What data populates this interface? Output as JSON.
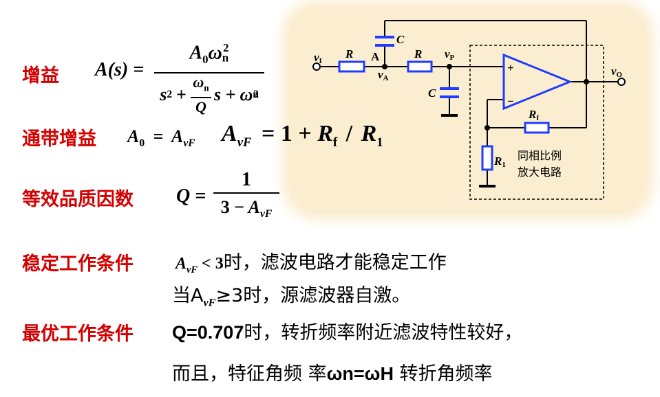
{
  "labels": {
    "gain": "增益",
    "passband_gain": "通带增益",
    "q_factor": "等效品质因数",
    "stable_condition": "稳定工作条件",
    "optimal_condition": "最优工作条件"
  },
  "formulas": {
    "as_lhs": "A(s) =",
    "as_num_A": "A",
    "as_num_sub0": "0",
    "as_num_w": "ω",
    "as_num_subn": "n",
    "as_num_sup2": "2",
    "as_den_s": "s",
    "as_den_sup2": "2",
    "as_den_plus": "+",
    "as_den_wn": "ω",
    "as_den_subn": "n",
    "as_den_Q": "Q",
    "as_den_s2": "s +",
    "as_den_w2": "ω",
    "as_den_subn2": "n",
    "as_den_sup2b": "2",
    "a0_lhs_A": "A",
    "a0_lhs_sub": "0",
    "a0_eq": "=",
    "a0_rhs_A": "A",
    "a0_rhs_sub": "vF",
    "avf_A": "A",
    "avf_sub": "vF",
    "avf_eq": "= 1 +",
    "avf_R": "R",
    "avf_Rsub": "f",
    "avf_slash": "/",
    "avf_R1": "R",
    "avf_R1sub": "1",
    "q_lhs": "Q =",
    "q_num": "1",
    "q_den": "3 −",
    "q_den_A": "A",
    "q_den_sub": "vF"
  },
  "stable": {
    "line1_A": "A",
    "line1_sub": "vF",
    "line1_lt": " < 3",
    "line1_text": "时，滤波电路才能稳定工作",
    "line2_pre": "当A",
    "line2_sub": "vF",
    "line2_text": "≥3时，源滤波器自激。"
  },
  "optimal": {
    "line1_q": "Q=0.707",
    "line1_text": "时，转折频率附近滤波特性较好，",
    "line2_text": "而且，特征角频 率",
    "line2_w": "ωn=ωH",
    "line2_tail": " 转折角频率"
  },
  "circuit": {
    "vI": "v",
    "vI_sub": "I",
    "R_left": "R",
    "node_A": "A",
    "C_top": "C",
    "R_mid": "R",
    "vP": "v",
    "vP_sub": "P",
    "vA": "v",
    "vA_sub": "A",
    "C_bot": "C",
    "plus": "+",
    "minus": "−",
    "Rf": "R",
    "Rf_sub": "f",
    "R1": "R",
    "R1_sub": "1",
    "vO": "v",
    "vO_sub": "O",
    "box_line1": "同相比例",
    "box_line2": "放大电路"
  },
  "colors": {
    "label": "#d40000",
    "panel": "#fbeed0",
    "wire": "#000000",
    "component": "#1f3cff"
  }
}
